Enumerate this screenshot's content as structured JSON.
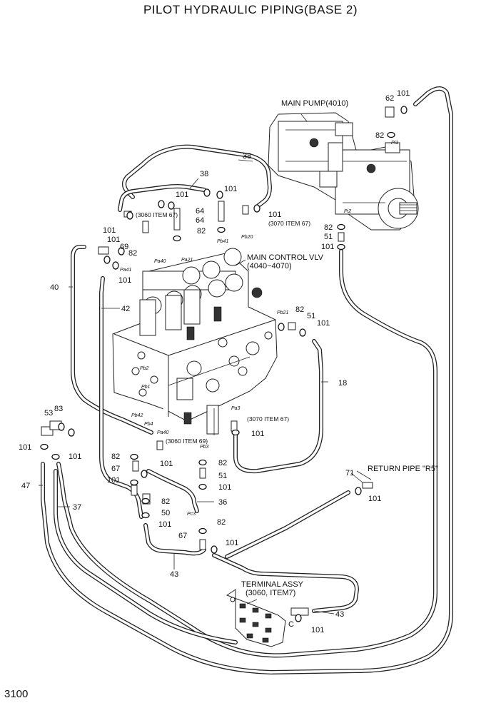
{
  "title": "PILOT HYDRAULIC PIPING(BASE 2)",
  "page_number": "3100",
  "components": {
    "main_pump": "MAIN PUMP(4010)",
    "main_control_valve_line1": "MAIN CONTROL VLV",
    "main_control_valve_line2": "(4040~4070)",
    "return_pipe": "RETURN PIPE \"R5\"",
    "terminal_line1": "TERMINAL ASSY",
    "terminal_line2": "(3060, ITEM7)"
  },
  "notes": {
    "ref_3060_item67": "(3060 ITEM 67)",
    "ref_3070_item67_a": "(3070 ITEM 67)",
    "ref_3070_item67_b": "(3070 ITEM 67)",
    "ref_3060_item69": "(3060 ITEM 69)"
  },
  "ports": {
    "pi1": "Pi1",
    "pi2": "Pi2",
    "pb20": "Pb20",
    "pb21": "Pb21",
    "pa21": "Pa21",
    "pa40": "Pa40",
    "pa41": "Pa41",
    "pb41": "Pb41",
    "pb2": "Pb2",
    "pb1": "Pb1",
    "pb42": "Pb42",
    "pb4": "Pb4",
    "pa40b": "Pa40",
    "pb3": "Pb3",
    "pc3": "Pc3",
    "pa3": "Pa3",
    "terminal_c": "C"
  },
  "labels": {
    "l62": "62",
    "l101_pump": "101",
    "l82_pi1": "82",
    "l38_top": "38",
    "l38_mid": "38",
    "l101_a": "101",
    "l101_b": "101",
    "l64_a": "64",
    "l64_b": "64",
    "l101_c": "101",
    "l82_a": "82",
    "l101_d": "101",
    "l101_e": "101",
    "l69": "69",
    "l82_b": "82",
    "l101_f": "101",
    "l82_pi2": "82",
    "l51_pi2": "51",
    "l101_pi2": "101",
    "l40": "40",
    "l42": "42",
    "l82_c": "82",
    "l51_b": "51",
    "l101_g": "101",
    "l18": "18",
    "l53": "53",
    "l83": "83",
    "l101_h": "101",
    "l101_i": "101",
    "l101_j": "101",
    "l82_d": "82",
    "l67_a": "67",
    "l101_k": "101",
    "l101_l": "101",
    "l82_e": "82",
    "l51_c": "51",
    "l101_m": "101",
    "l82_f": "82",
    "l50": "50",
    "l101_n": "101",
    "l36": "36",
    "l47": "47",
    "l37": "37",
    "l71": "71",
    "l101_o": "101",
    "l82_g": "82",
    "l67_b": "67",
    "l101_p": "101",
    "l43_a": "43",
    "l43_b": "43",
    "l101_q": "101"
  }
}
